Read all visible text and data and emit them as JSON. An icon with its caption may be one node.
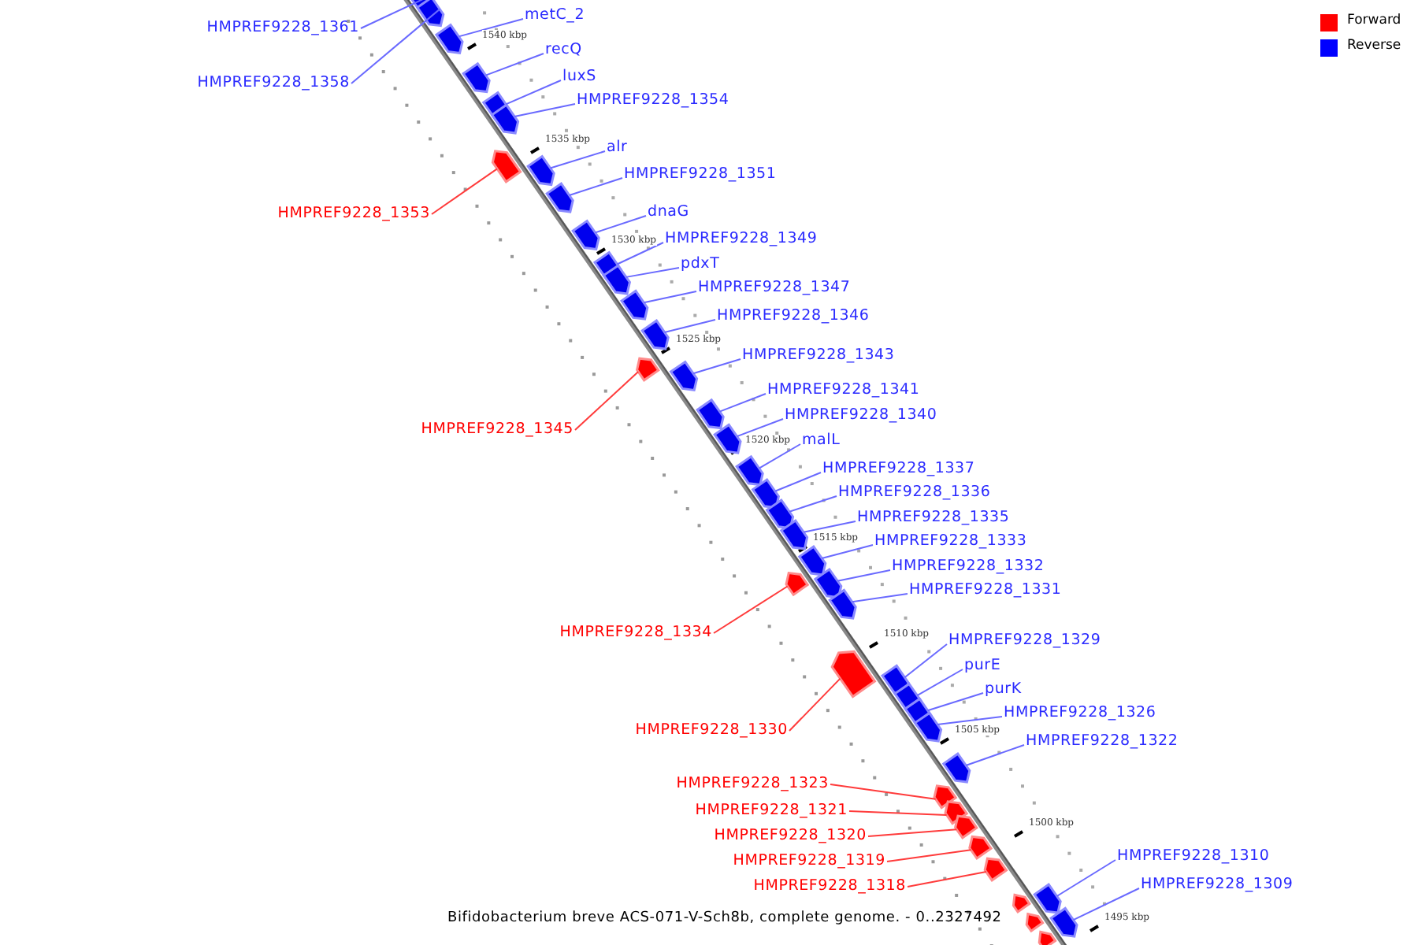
{
  "diagram": {
    "caption": "Bifidobacterium breve ACS-071-V-Sch8b, complete genome. - 0..2327492",
    "nodes": [
      {
        "text": [
          "metC_2"
        ]
      },
      {
        "text": [
          "HMPREF9228_1361"
        ]
      },
      {
        "text": [
          "recQ"
        ]
      },
      {
        "text": [
          "luxS"
        ]
      },
      {
        "text": [
          "HMPREF9228_1358"
        ]
      },
      {
        "text": [
          "HMPREF9228_1354"
        ]
      },
      {
        "text": [
          "alr"
        ]
      },
      {
        "text": [
          "HMPREF9228_1351"
        ]
      },
      {
        "text": [
          "dnaG"
        ]
      },
      {
        "text": [
          "HMPREF9228_1353"
        ]
      },
      {
        "text": [
          "HMPREF9228_1349"
        ]
      },
      {
        "text": [
          "pdxT"
        ]
      },
      {
        "text": [
          "HMPREF9228_1347"
        ]
      },
      {
        "text": [
          "HMPREF9228_1346"
        ]
      },
      {
        "text": [
          "HMPREF9228_1343"
        ]
      },
      {
        "text": [
          "HMPREF9228_1341"
        ]
      },
      {
        "text": [
          "HMPREF9228_1340"
        ]
      },
      {
        "text": [
          "HMPREF9228_1345"
        ]
      },
      {
        "text": [
          "malL"
        ]
      },
      {
        "text": [
          "HMPREF9228_1337"
        ]
      },
      {
        "text": [
          "HMPREF9228_1336"
        ]
      },
      {
        "text": [
          "HMPREF9228_1335"
        ]
      },
      {
        "text": [
          "HMPREF9228_1333"
        ]
      },
      {
        "text": [
          "HMPREF9228_1332"
        ]
      },
      {
        "text": [
          "HMPREF9228_1331"
        ]
      },
      {
        "text": [
          "HMPREF9228_1334"
        ]
      },
      {
        "text": [
          "HMPREF9228_1329"
        ]
      },
      {
        "text": [
          "purE"
        ]
      },
      {
        "text": [
          "purK"
        ]
      },
      {
        "text": [
          "HMPREF9228_1326"
        ]
      },
      {
        "text": [
          "HMPREF9228_1330"
        ]
      },
      {
        "text": [
          "HMPREF9228_1322"
        ]
      },
      {
        "text": [
          "HMPREF9228_1323"
        ]
      },
      {
        "text": [
          "HMPREF9228_1321"
        ]
      },
      {
        "text": [
          "HMPREF9228_1320"
        ]
      },
      {
        "text": [
          "HMPREF9228_1310"
        ]
      },
      {
        "text": [
          "HMPREF9228_1319"
        ]
      },
      {
        "text": [
          "HMPREF9228_1309"
        ]
      },
      {
        "text": [
          "HMPREF9228_1318"
        ]
      },
      {
        "text": [],
        "shape": "pentagon"
      },
      {
        "text": [],
        "shape": "pentagon"
      },
      {
        "text": [],
        "shape": "pentagon"
      },
      {
        "text": [],
        "shape": "pentagon"
      },
      {
        "text": [],
        "shape": "pentagon"
      },
      {
        "text": [],
        "shape": "pentagon"
      },
      {
        "text": [],
        "shape": "pentagon"
      },
      {
        "text": [],
        "shape": "pentagon"
      },
      {
        "text": [],
        "shape": "pentagon"
      },
      {
        "text": [],
        "shape": "pentagon"
      },
      {
        "text": [],
        "shape": "pentagon"
      },
      {
        "text": [],
        "shape": "pentagon"
      },
      {
        "text": [],
        "shape": "pentagon"
      },
      {
        "text": [],
        "shape": "pentagon"
      },
      {
        "text": [],
        "shape": "pentagon"
      },
      {
        "text": [],
        "shape": "pentagon"
      },
      {
        "text": [],
        "shape": "pentagon"
      },
      {
        "text": [],
        "shape": "pentagon"
      },
      {
        "text": [],
        "shape": "pentagon"
      },
      {
        "text": [],
        "shape": "pentagon"
      },
      {
        "text": [],
        "shape": "pentagon"
      },
      {
        "text": [],
        "shape": "pentagon"
      },
      {
        "text": [],
        "shape": "pentagon"
      },
      {
        "text": [],
        "shape": "pentagon"
      },
      {
        "text": [],
        "shape": "pentagon"
      },
      {
        "text": [],
        "shape": "pentagon"
      },
      {
        "text": [],
        "shape": "pentagon"
      },
      {
        "text": [],
        "shape": "pentagon"
      },
      {
        "text": [],
        "shape": "pentagon"
      },
      {
        "text": [],
        "shape": "pentagon"
      },
      {
        "text": [],
        "shape": "pentagon"
      },
      {
        "text": [],
        "shape": "pentagon"
      },
      {
        "text": [],
        "shape": "pentagon"
      },
      {
        "text": [],
        "shape": "pentagon"
      },
      {
        "text": [],
        "shape": "pentagon"
      },
      {
        "text": [],
        "shape": "pentagon"
      },
      {
        "text": [],
        "shape": "pentagon"
      },
      {
        "text": [],
        "shape": "pentagon"
      },
      {
        "text": [],
        "shape": "pentagon"
      }
    ],
    "edges": [
      {
        "from": 0,
        "to": 41,
        "arrow": "none"
      },
      {
        "from": 1,
        "to": 39,
        "arrow": "none"
      },
      {
        "from": 2,
        "to": 42,
        "arrow": "none"
      },
      {
        "from": 3,
        "to": 43,
        "arrow": "none"
      },
      {
        "from": 4,
        "to": 40,
        "arrow": "none"
      },
      {
        "from": 5,
        "to": 44,
        "arrow": "none"
      },
      {
        "from": 6,
        "to": 46,
        "arrow": "none"
      },
      {
        "from": 7,
        "to": 47,
        "arrow": "none"
      },
      {
        "from": 8,
        "to": 48,
        "arrow": "none"
      },
      {
        "from": 9,
        "to": 45,
        "arrow": "none",
        "color": "#ff3b3b"
      },
      {
        "from": 10,
        "to": 49,
        "arrow": "none"
      },
      {
        "from": 11,
        "to": 50,
        "arrow": "none"
      },
      {
        "from": 12,
        "to": 51,
        "arrow": "none"
      },
      {
        "from": 13,
        "to": 52,
        "arrow": "none"
      },
      {
        "from": 14,
        "to": 54,
        "arrow": "none"
      },
      {
        "from": 15,
        "to": 55,
        "arrow": "none"
      },
      {
        "from": 16,
        "to": 56,
        "arrow": "none"
      },
      {
        "from": 17,
        "to": 53,
        "arrow": "none",
        "color": "#ff3b3b"
      },
      {
        "from": 18,
        "to": 57,
        "arrow": "none"
      },
      {
        "from": 19,
        "to": 58,
        "arrow": "none"
      },
      {
        "from": 20,
        "to": 59,
        "arrow": "none"
      },
      {
        "from": 21,
        "to": 60,
        "arrow": "none"
      },
      {
        "from": 22,
        "to": 61,
        "arrow": "none"
      },
      {
        "from": 23,
        "to": 63,
        "arrow": "none"
      },
      {
        "from": 24,
        "to": 64,
        "arrow": "none"
      },
      {
        "from": 25,
        "to": 62,
        "arrow": "none",
        "color": "#ff3b3b"
      },
      {
        "from": 26,
        "to": 66,
        "arrow": "none"
      },
      {
        "from": 27,
        "to": 67,
        "arrow": "none"
      },
      {
        "from": 28,
        "to": 68,
        "arrow": "none"
      },
      {
        "from": 29,
        "to": 69,
        "arrow": "none"
      },
      {
        "from": 30,
        "to": 65,
        "arrow": "none",
        "color": "#ff3b3b"
      },
      {
        "from": 31,
        "to": 70,
        "arrow": "none"
      },
      {
        "from": 32,
        "to": 71,
        "arrow": "none",
        "color": "#ff3b3b"
      },
      {
        "from": 33,
        "to": 72,
        "arrow": "none",
        "color": "#ff3b3b"
      },
      {
        "from": 34,
        "to": 73,
        "arrow": "none",
        "color": "#ff3b3b"
      },
      {
        "from": 35,
        "to": 76,
        "arrow": "none"
      },
      {
        "from": 36,
        "to": 74,
        "arrow": "none",
        "color": "#ff3b3b"
      },
      {
        "from": 37,
        "to": 77,
        "arrow": "none"
      },
      {
        "from": 38,
        "to": 75,
        "arrow": "none",
        "color": "#ff3b3b"
      }
    ],
    "labels": [
      "1540 kbp",
      "1535 kbp",
      "1530 kbp",
      "1525 kbp",
      "1520 kbp",
      "1515 kbp",
      "1510 kbp",
      "1505 kbp",
      "1500 kbp",
      "1495 kbp"
    ],
    "legend": [
      {
        "text": "Forward",
        "color": "#ff0000"
      },
      {
        "text": "Reverse",
        "color": "#0000ff"
      }
    ]
  }
}
